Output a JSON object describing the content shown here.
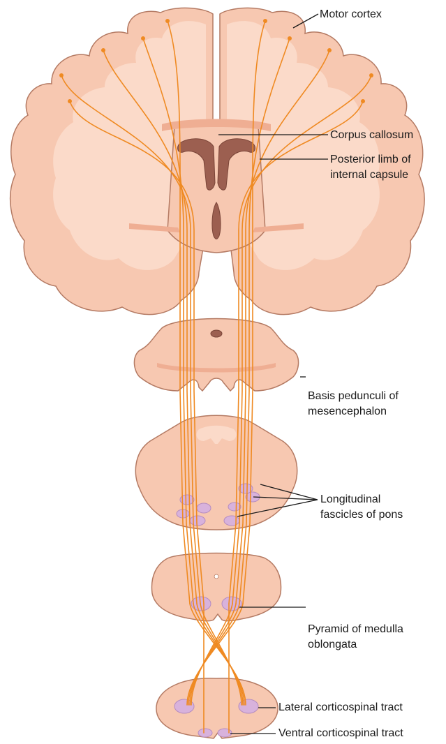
{
  "labels": {
    "motor_cortex": "Motor cortex",
    "corpus_callosum": "Corpus callosum",
    "internal_capsule_1": "Posterior limb of",
    "internal_capsule_2": "internal capsule",
    "peduncle_1": "Basis pedunculi of",
    "peduncle_2": "mesencephalon",
    "pons_1": "Longitudinal",
    "pons_2": "fascicles of pons",
    "pyramid_1": "Pyramid of medulla",
    "pyramid_2": "oblongata",
    "lateral_tract": "Lateral corticospinal tract",
    "ventral_tract": "Ventral corticospinal tract"
  },
  "colors": {
    "tissue": "#f7c8b1",
    "fiber": "#ef8a22",
    "fascicle": "#d8b2dc",
    "ventricle": "#9c5f50"
  }
}
